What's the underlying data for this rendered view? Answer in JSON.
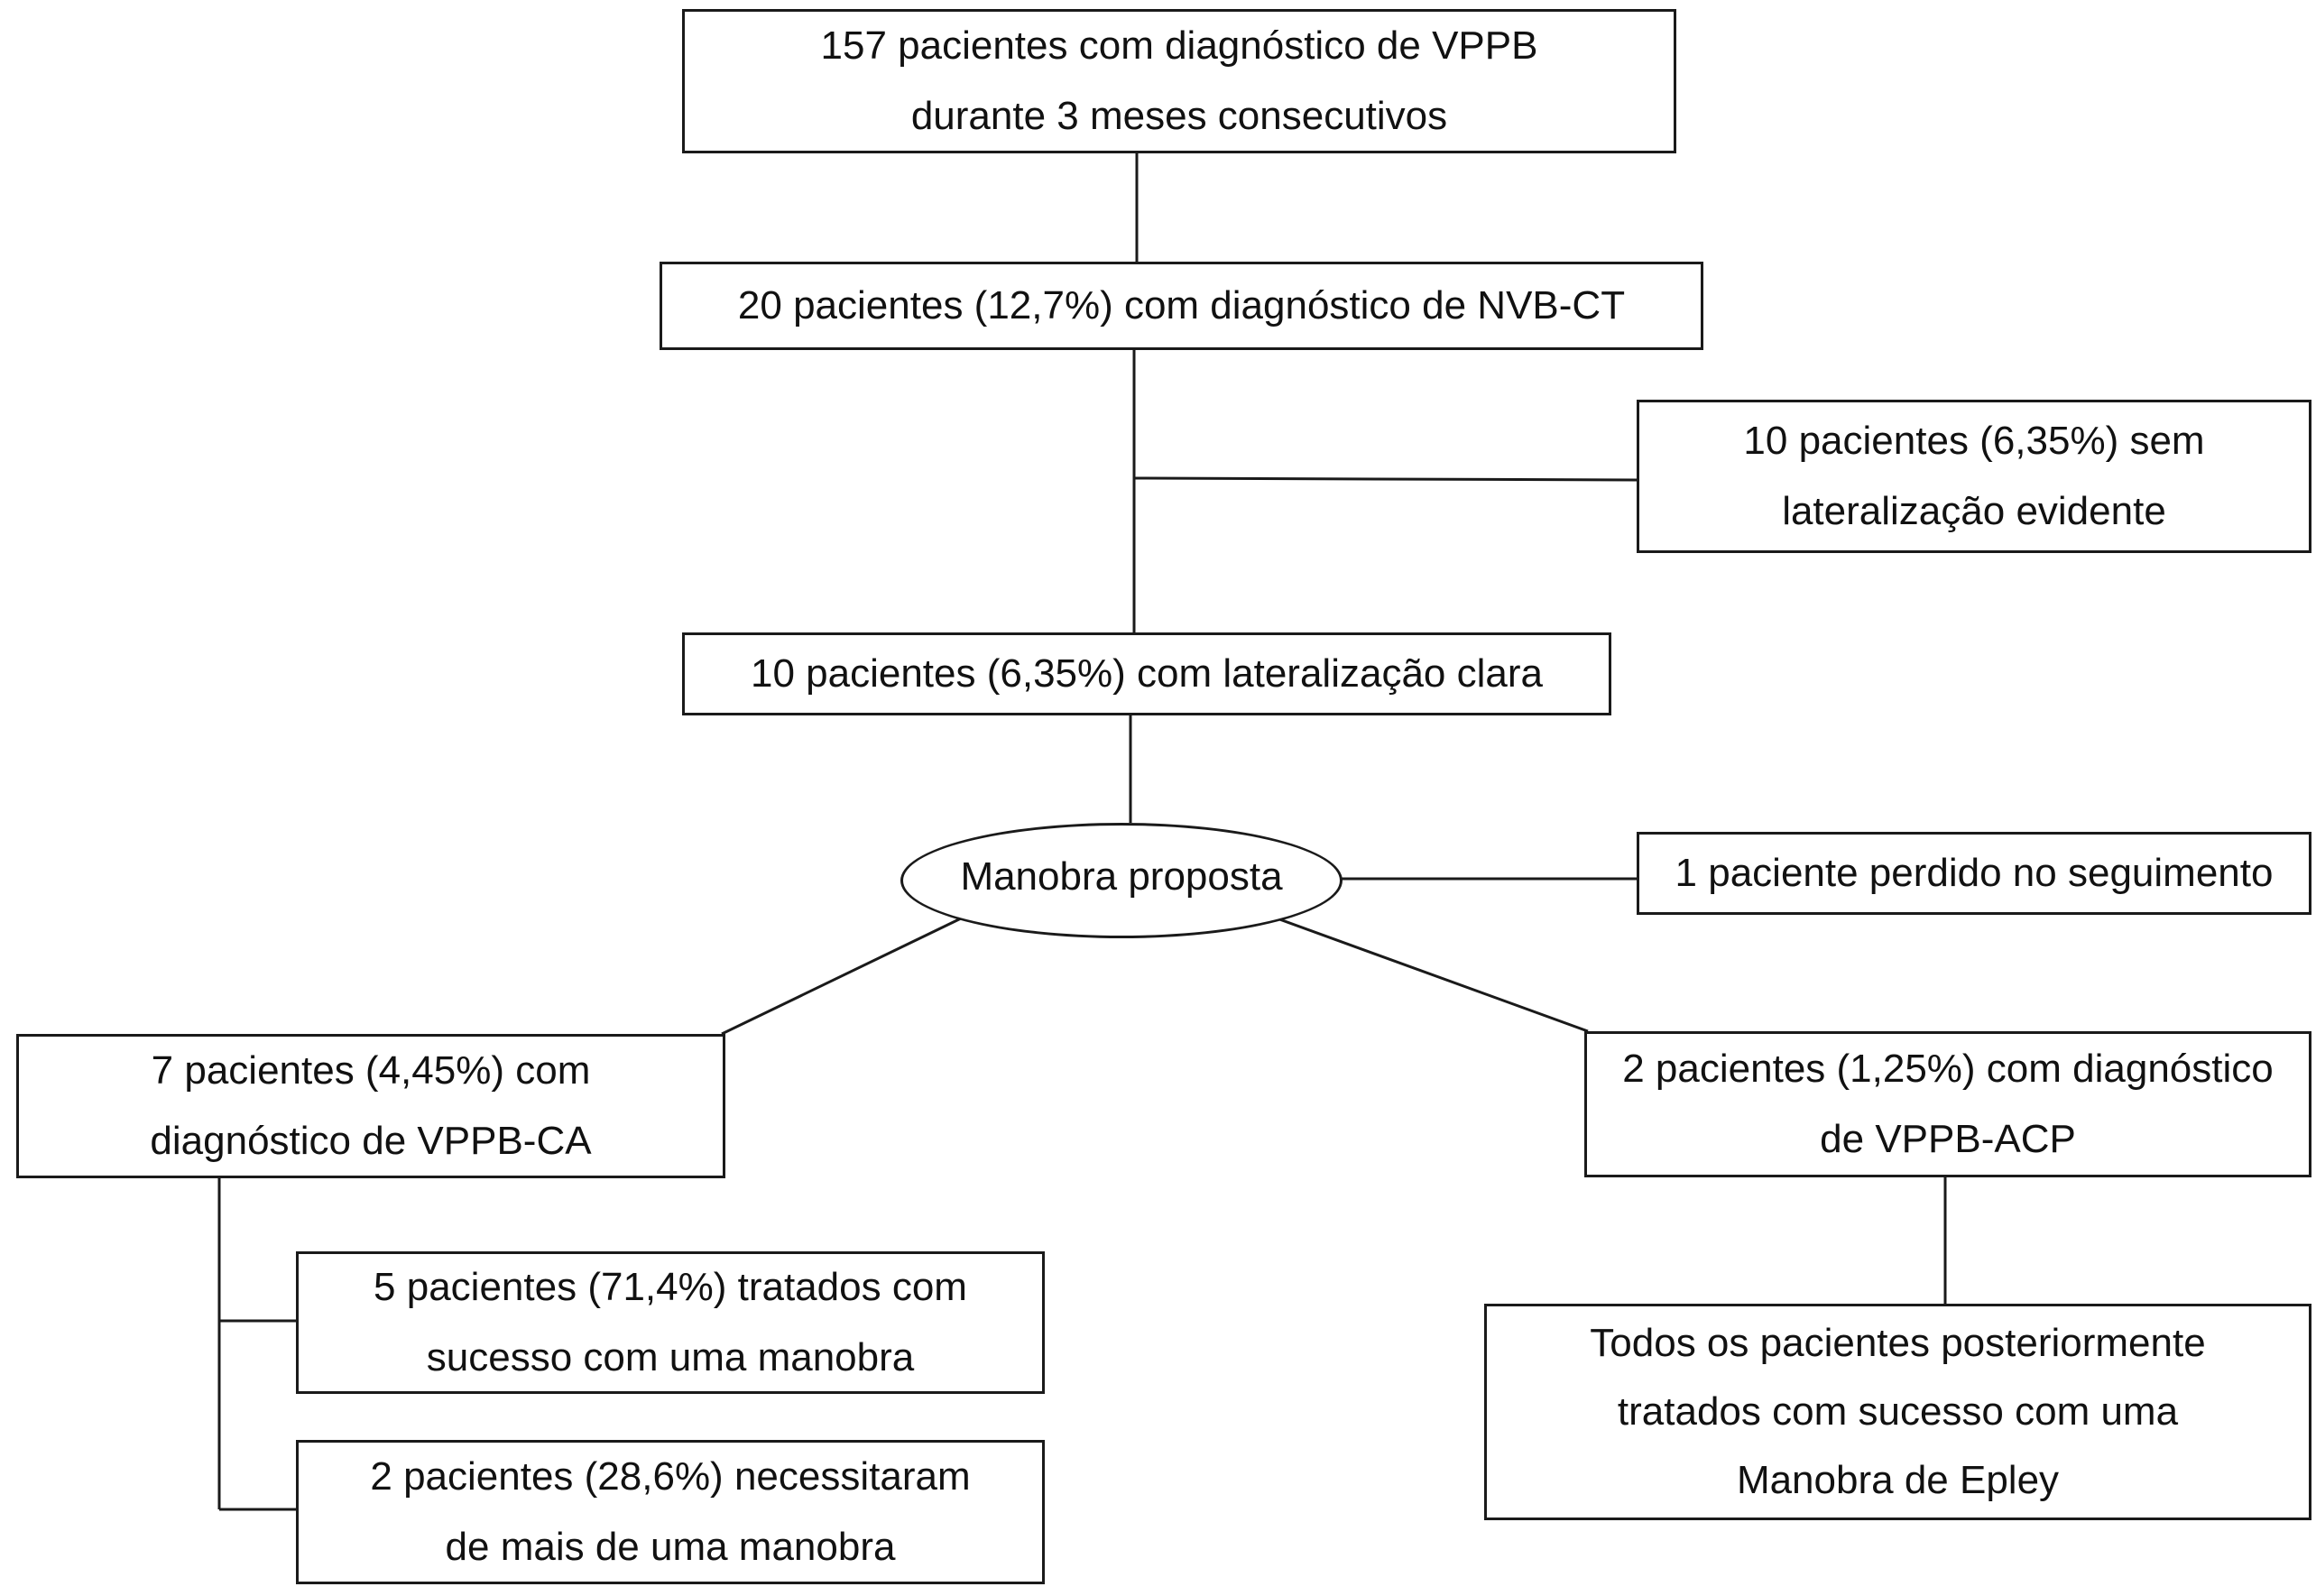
{
  "nodes": {
    "total": [
      "157 pacientes com diagnóstico de VPPB",
      "durante 3 meses consecutivos"
    ],
    "nvbct": [
      "20 pacientes (12,7%) com diagnóstico de NVB-CT"
    ],
    "sem_lat": [
      "10 pacientes (6,35%) sem",
      "lateralização evidente"
    ],
    "com_lat": [
      "10 pacientes (6,35%) com lateralização clara"
    ],
    "manobra": [
      "Manobra proposta"
    ],
    "perdido": [
      "1 paciente perdido no seguimento"
    ],
    "vppb_ca": [
      "7 pacientes (4,45%) com",
      "diagnóstico de VPPB-CA"
    ],
    "vppb_acp": [
      "2 pacientes (1,25%) com diagnóstico",
      "de VPPB-ACP"
    ],
    "sucesso_uma": [
      "5 pacientes (71,4%) tratados com",
      "sucesso com uma manobra"
    ],
    "mais_uma": [
      "2 pacientes (28,6%) necessitaram",
      "de mais de uma manobra"
    ],
    "epley": [
      "Todos os pacientes posteriormente",
      "tratados com sucesso com uma",
      "Manobra de Epley"
    ]
  }
}
